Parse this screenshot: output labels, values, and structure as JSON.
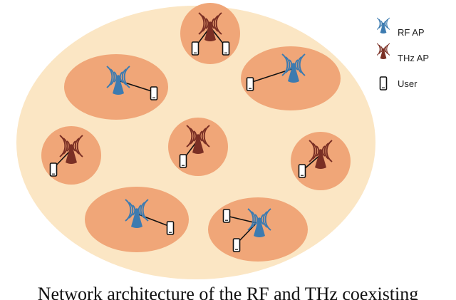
{
  "legend": {
    "rf_ap": "RF AP",
    "thz_ap": "THz AP",
    "user": "User"
  },
  "caption": "Network architecture of the RF and THz coexisting",
  "colors": {
    "outer_region": "#fbe6c4",
    "cell": "#f0a678",
    "rf_ap": "#3d7bb0",
    "thz_ap": "#7a2f24",
    "link": "#111111",
    "device": "#111111"
  },
  "icons": {
    "rf_ap": "antenna-tower-blue-icon",
    "thz_ap": "antenna-tower-red-icon",
    "user": "smartphone-icon"
  },
  "cells": [
    {
      "id": "cell-top",
      "ap": "thz",
      "users": 2
    },
    {
      "id": "cell-upper-left",
      "ap": "rf",
      "users": 1
    },
    {
      "id": "cell-upper-right",
      "ap": "rf",
      "users": 1
    },
    {
      "id": "cell-left",
      "ap": "thz",
      "users": 1
    },
    {
      "id": "cell-center",
      "ap": "thz",
      "users": 1
    },
    {
      "id": "cell-right",
      "ap": "thz",
      "users": 1
    },
    {
      "id": "cell-lower-left",
      "ap": "rf",
      "users": 1
    },
    {
      "id": "cell-lower-right",
      "ap": "rf",
      "users": 2
    }
  ]
}
